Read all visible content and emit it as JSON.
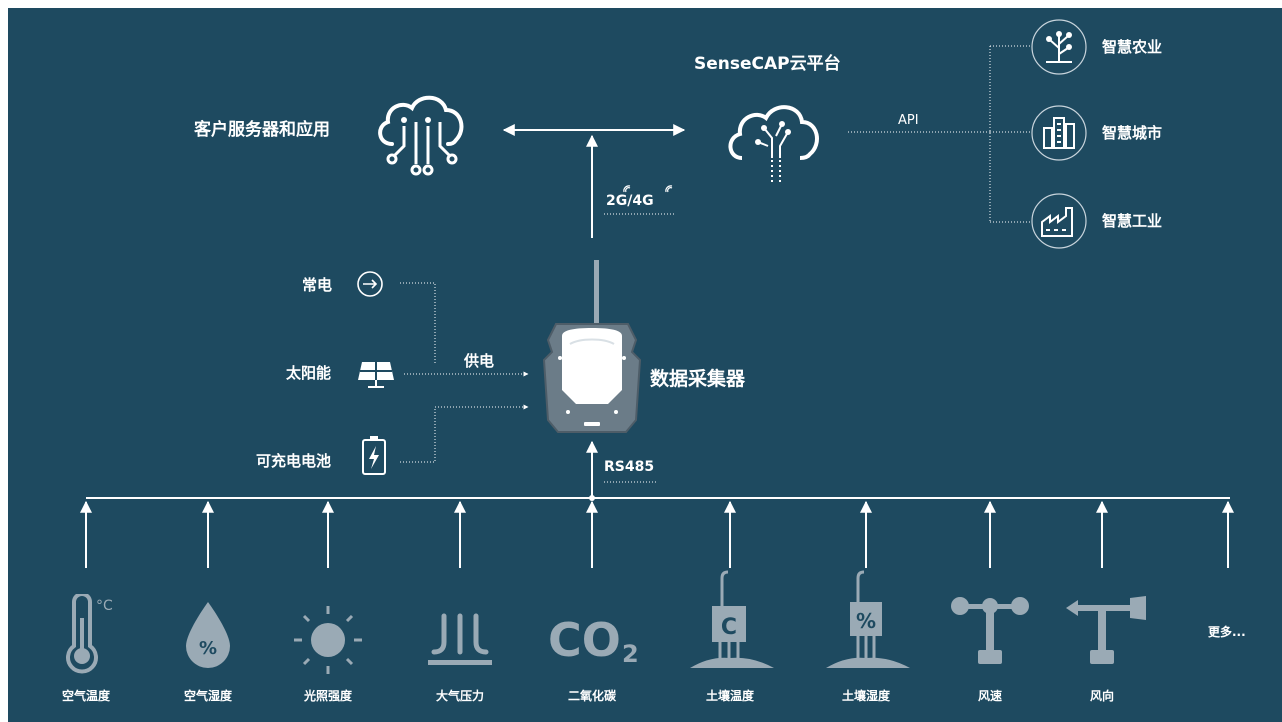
{
  "cloud_platform": {
    "title": "SenseCAP云平台"
  },
  "customer_server": {
    "label": "客户服务器和应用"
  },
  "api_label": "API",
  "network_label": "2G/4G",
  "collector_label": "数据采集器",
  "bus_label": "RS485",
  "power": {
    "supply_label": "供电",
    "sources": [
      "常电",
      "太阳能",
      "可充电电池"
    ]
  },
  "applications": [
    {
      "label": "智慧农业",
      "icon": "agriculture-icon"
    },
    {
      "label": "智慧城市",
      "icon": "city-icon"
    },
    {
      "label": "智慧工业",
      "icon": "factory-icon"
    }
  ],
  "sensors": [
    {
      "label": "空气温度",
      "icon": "thermometer-icon"
    },
    {
      "label": "空气湿度",
      "icon": "humidity-drop-icon"
    },
    {
      "label": "光照强度",
      "icon": "sun-icon"
    },
    {
      "label": "大气压力",
      "icon": "pressure-icon"
    },
    {
      "label": "二氧化碳",
      "icon": "co2-icon"
    },
    {
      "label": "土壤温度",
      "icon": "soil-temperature-icon"
    },
    {
      "label": "土壤湿度",
      "icon": "soil-moisture-icon"
    },
    {
      "label": "风速",
      "icon": "anemometer-icon"
    },
    {
      "label": "风向",
      "icon": "wind-vane-icon"
    }
  ],
  "more_label": "更多...",
  "sensor_icon_text": {
    "celsius": "°C",
    "percent": "%",
    "co2": "CO",
    "co2_sub": "2",
    "soil_c": "C"
  },
  "colors": {
    "background": "#1e4a60",
    "icon_gray": "#9aaab5",
    "line": "#ffffff"
  }
}
